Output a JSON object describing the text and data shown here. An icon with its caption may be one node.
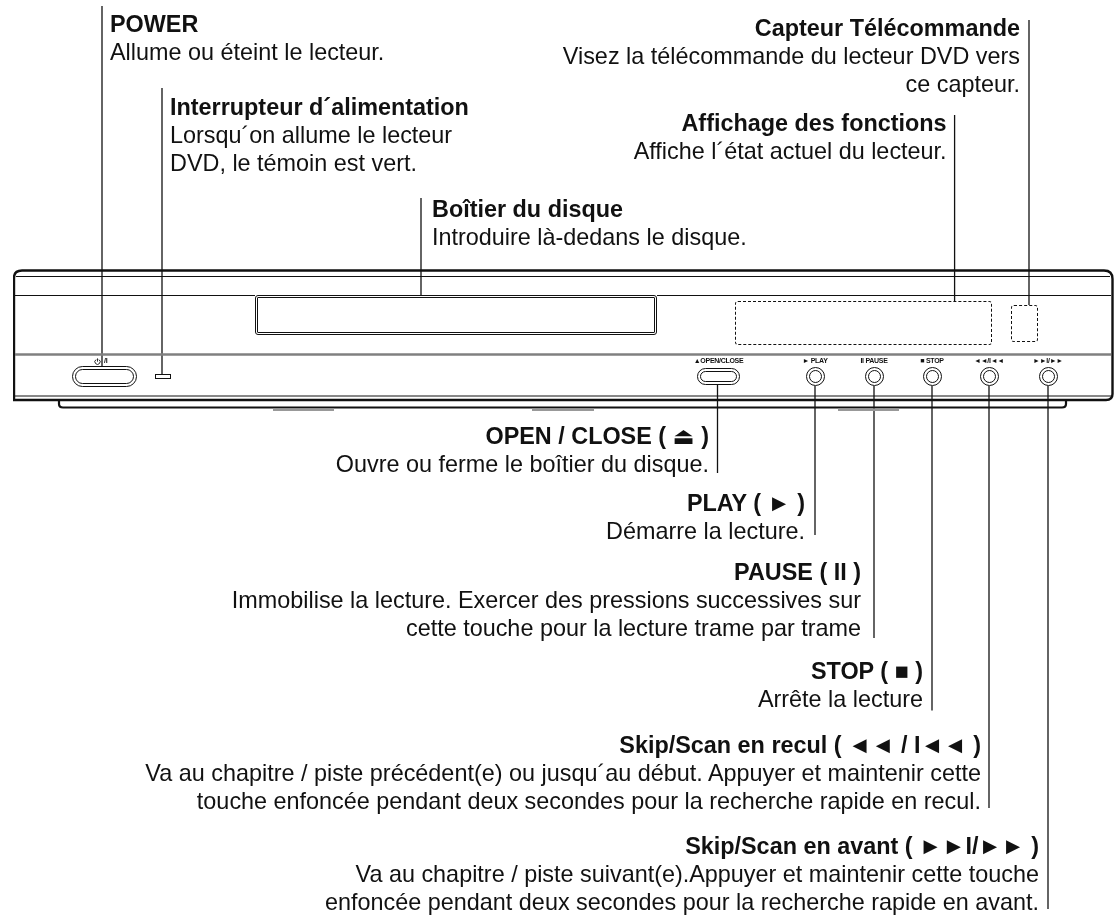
{
  "diagram": {
    "nodes": [
      {
        "text": [
          "POWER",
          "Allume ou éteint le lecteur."
        ]
      },
      {
        "text": [
          "Capteur Télécommande",
          "Visez la télécommande du lecteur DVD vers ce capteur."
        ]
      },
      {
        "text": [
          "Interrupteur d´alimentation",
          "Lorsqu´on allume le lecteur DVD, le témoin est vert."
        ]
      },
      {
        "text": [
          "Affichage des fonctions",
          "Affiche l´état actuel du lecteur."
        ]
      },
      {
        "text": [
          "Boîtier du disque",
          "Introduire là-dedans le disque."
        ]
      },
      {
        "text": [
          "/I",
          "▲OPEN/CLOSE",
          "► PLAY",
          "II PAUSE",
          "■ STOP",
          "◄◄/I◄◄",
          "►►I/►►"
        ]
      },
      {
        "text": [],
        "shape": "box",
        "in": 5
      },
      {
        "text": [],
        "shape": "box",
        "in": 5
      },
      {
        "text": [],
        "shape": "box",
        "in": 5
      },
      {
        "text": [],
        "shape": "pill",
        "in": 5
      },
      {
        "text": [],
        "shape": "bar",
        "in": 5
      },
      {
        "text": [],
        "shape": "pill",
        "in": 5
      },
      {
        "text": [],
        "shape": "circle",
        "in": 5
      },
      {
        "text": [],
        "shape": "circle",
        "in": 5
      },
      {
        "text": [],
        "shape": "circle",
        "in": 5
      },
      {
        "text": [],
        "shape": "circle",
        "in": 5
      },
      {
        "text": [],
        "shape": "circle",
        "in": 5
      },
      {
        "text": [
          "OPEN / CLOSE ( ⏏ )",
          "Ouvre ou ferme le boîtier du disque."
        ]
      },
      {
        "text": [
          "PLAY ( ► )",
          "Démarre la lecture."
        ]
      },
      {
        "text": [
          "PAUSE ( II )",
          "Immobilise la lecture. Exercer des pressions successives sur cette touche pour la lecture trame par trame"
        ]
      },
      {
        "text": [
          "STOP ( ■ )",
          "Arrête la lecture"
        ]
      },
      {
        "text": [
          "Skip/Scan en recul ( ◄◄ / I◄◄ )",
          "Va au chapitre / piste précédent(e) ou jusqu´au début. Appuyer et maintenir cette touche enfoncée pendant deux secondes pour la recherche rapide en recul."
        ]
      },
      {
        "text": [
          "Skip/Scan en avant ( ►►I/►► )",
          "Va au chapitre / piste suivant(e).Appuyer et maintenir cette touche enfoncée pendant deux secondes pour la recherche rapide en avant."
        ]
      }
    ],
    "edges": [
      {
        "from": 0,
        "to": 9,
        "arrow": "none"
      },
      {
        "from": 1,
        "to": 8,
        "arrow": "none"
      },
      {
        "from": 2,
        "to": 10,
        "arrow": "none"
      },
      {
        "from": 3,
        "to": 7,
        "arrow": "none"
      },
      {
        "from": 4,
        "to": 6,
        "arrow": "none"
      },
      {
        "from": 17,
        "to": 11,
        "arrow": "none"
      },
      {
        "from": 18,
        "to": 12,
        "arrow": "none"
      },
      {
        "from": 19,
        "to": 13,
        "arrow": "none"
      },
      {
        "from": 20,
        "to": 14,
        "arrow": "none"
      },
      {
        "from": 21,
        "to": 15,
        "arrow": "none"
      },
      {
        "from": 22,
        "to": 16,
        "arrow": "none"
      }
    ]
  }
}
